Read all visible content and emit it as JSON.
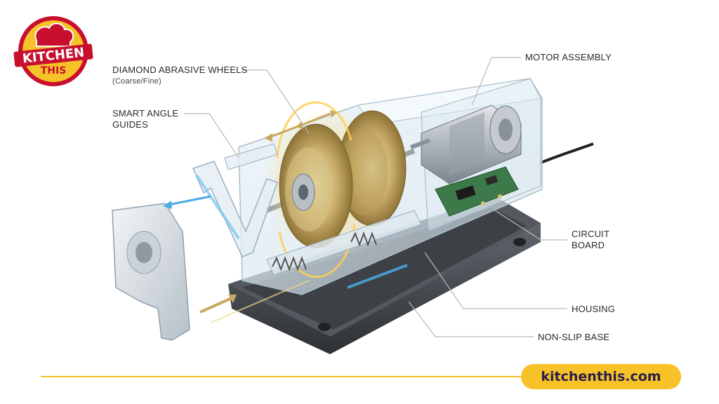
{
  "brand": {
    "logo_line1": "KITCHEN",
    "logo_line2": "THIS",
    "website": "kitchenthis.com",
    "colors": {
      "red": "#c8102e",
      "yellow": "#f6c228",
      "navy": "#2a1f4a"
    }
  },
  "labels": {
    "wheels_title": "DIAMOND ABRASIVE WHEELS",
    "wheels_sub": "(Coarse/Fine)",
    "guides_line1": "SMART ANGLE",
    "guides_line2": "GUIDES",
    "motor": "MOTOR ASSEMBLY",
    "circuit_line1": "CIRCUIT",
    "circuit_line2": "BOARD",
    "housing": "HOUSING",
    "base": "NON-SLIP BASE"
  }
}
